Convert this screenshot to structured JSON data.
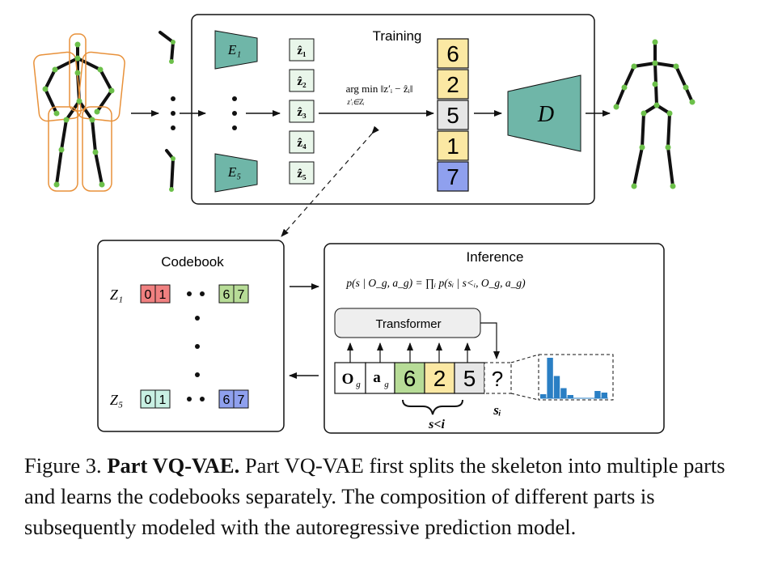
{
  "training": {
    "title": "Training",
    "encoder_labels": [
      "E₁",
      "E₅"
    ],
    "latent_labels": [
      "ẑ₁",
      "ẑ₂",
      "ẑ₃",
      "ẑ₄",
      "ẑ₅"
    ],
    "argmin_top": "arg min ‖z′ᵢ − ẑᵢ‖",
    "argmin_sub": "z′ᵢ∈Zᵢ",
    "code_tokens": [
      "6",
      "2",
      "5",
      "1",
      "7"
    ],
    "code_colors": [
      "#fbe8a3",
      "#fbe8a3",
      "#e6e6e6",
      "#fbe8a3",
      "#8fa0ee"
    ],
    "decoder_label": "D"
  },
  "codebook": {
    "title": "Codebook",
    "row1_label": "Z₁",
    "row5_label": "Z₅",
    "row1_left": [
      "0",
      "1"
    ],
    "row1_right": [
      "6",
      "7"
    ],
    "row5_left": [
      "0",
      "1"
    ],
    "row5_right": [
      "6",
      "7"
    ],
    "row1_left_color": "#f08080",
    "row1_right_color": "#b7dc97",
    "row5_left_color": "#c8f0e3",
    "row5_right_color": "#8fa0ee"
  },
  "inference": {
    "title": "Inference",
    "formula": "p(s | O_g, a_g) = ∏ᵢ p(sᵢ | s<ᵢ, O_g, a_g)",
    "transformer_label": "Transformer",
    "token_og": "O",
    "token_og_sub": "g",
    "token_ag": "a",
    "token_ag_sub": "g",
    "tokens": [
      "6",
      "2",
      "5"
    ],
    "token_colors": [
      "#b7dc97",
      "#fbe8a3",
      "#e6e6e6"
    ],
    "query_token": "?",
    "brace_label": "s<i",
    "si_label": "sᵢ",
    "histogram": [
      0.1,
      1.0,
      0.55,
      0.25,
      0.08,
      0.0,
      0.0,
      0.0,
      0.18,
      0.14
    ]
  },
  "caption": {
    "label": "Figure 3.",
    "bold": "Part VQ-VAE.",
    "text": "Part VQ-VAE first splits the skeleton into multiple parts and learns the codebooks separately. The composition of different parts is subsequently modeled with the autoregressive prediction model."
  },
  "colors": {
    "teal": "#6fb6a8",
    "orange": "#e8913a",
    "joint": "#6cc04a",
    "hist": "#2a7fc4"
  }
}
